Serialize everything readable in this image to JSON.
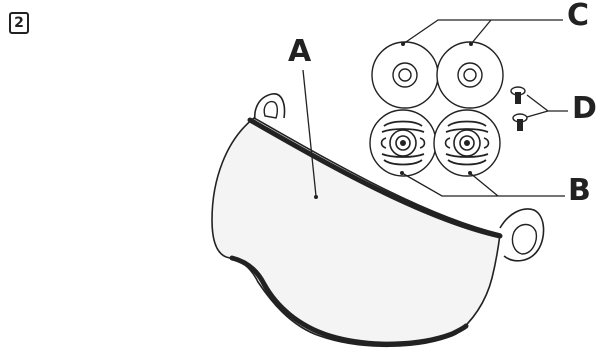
{
  "step": {
    "number": "2"
  },
  "callouts": {
    "a": "A",
    "b": "B",
    "c": "C",
    "d": "D"
  },
  "colors": {
    "line": "#222222",
    "visor_fill": "#f4f4f4",
    "disc_fill": "#ffffff"
  }
}
